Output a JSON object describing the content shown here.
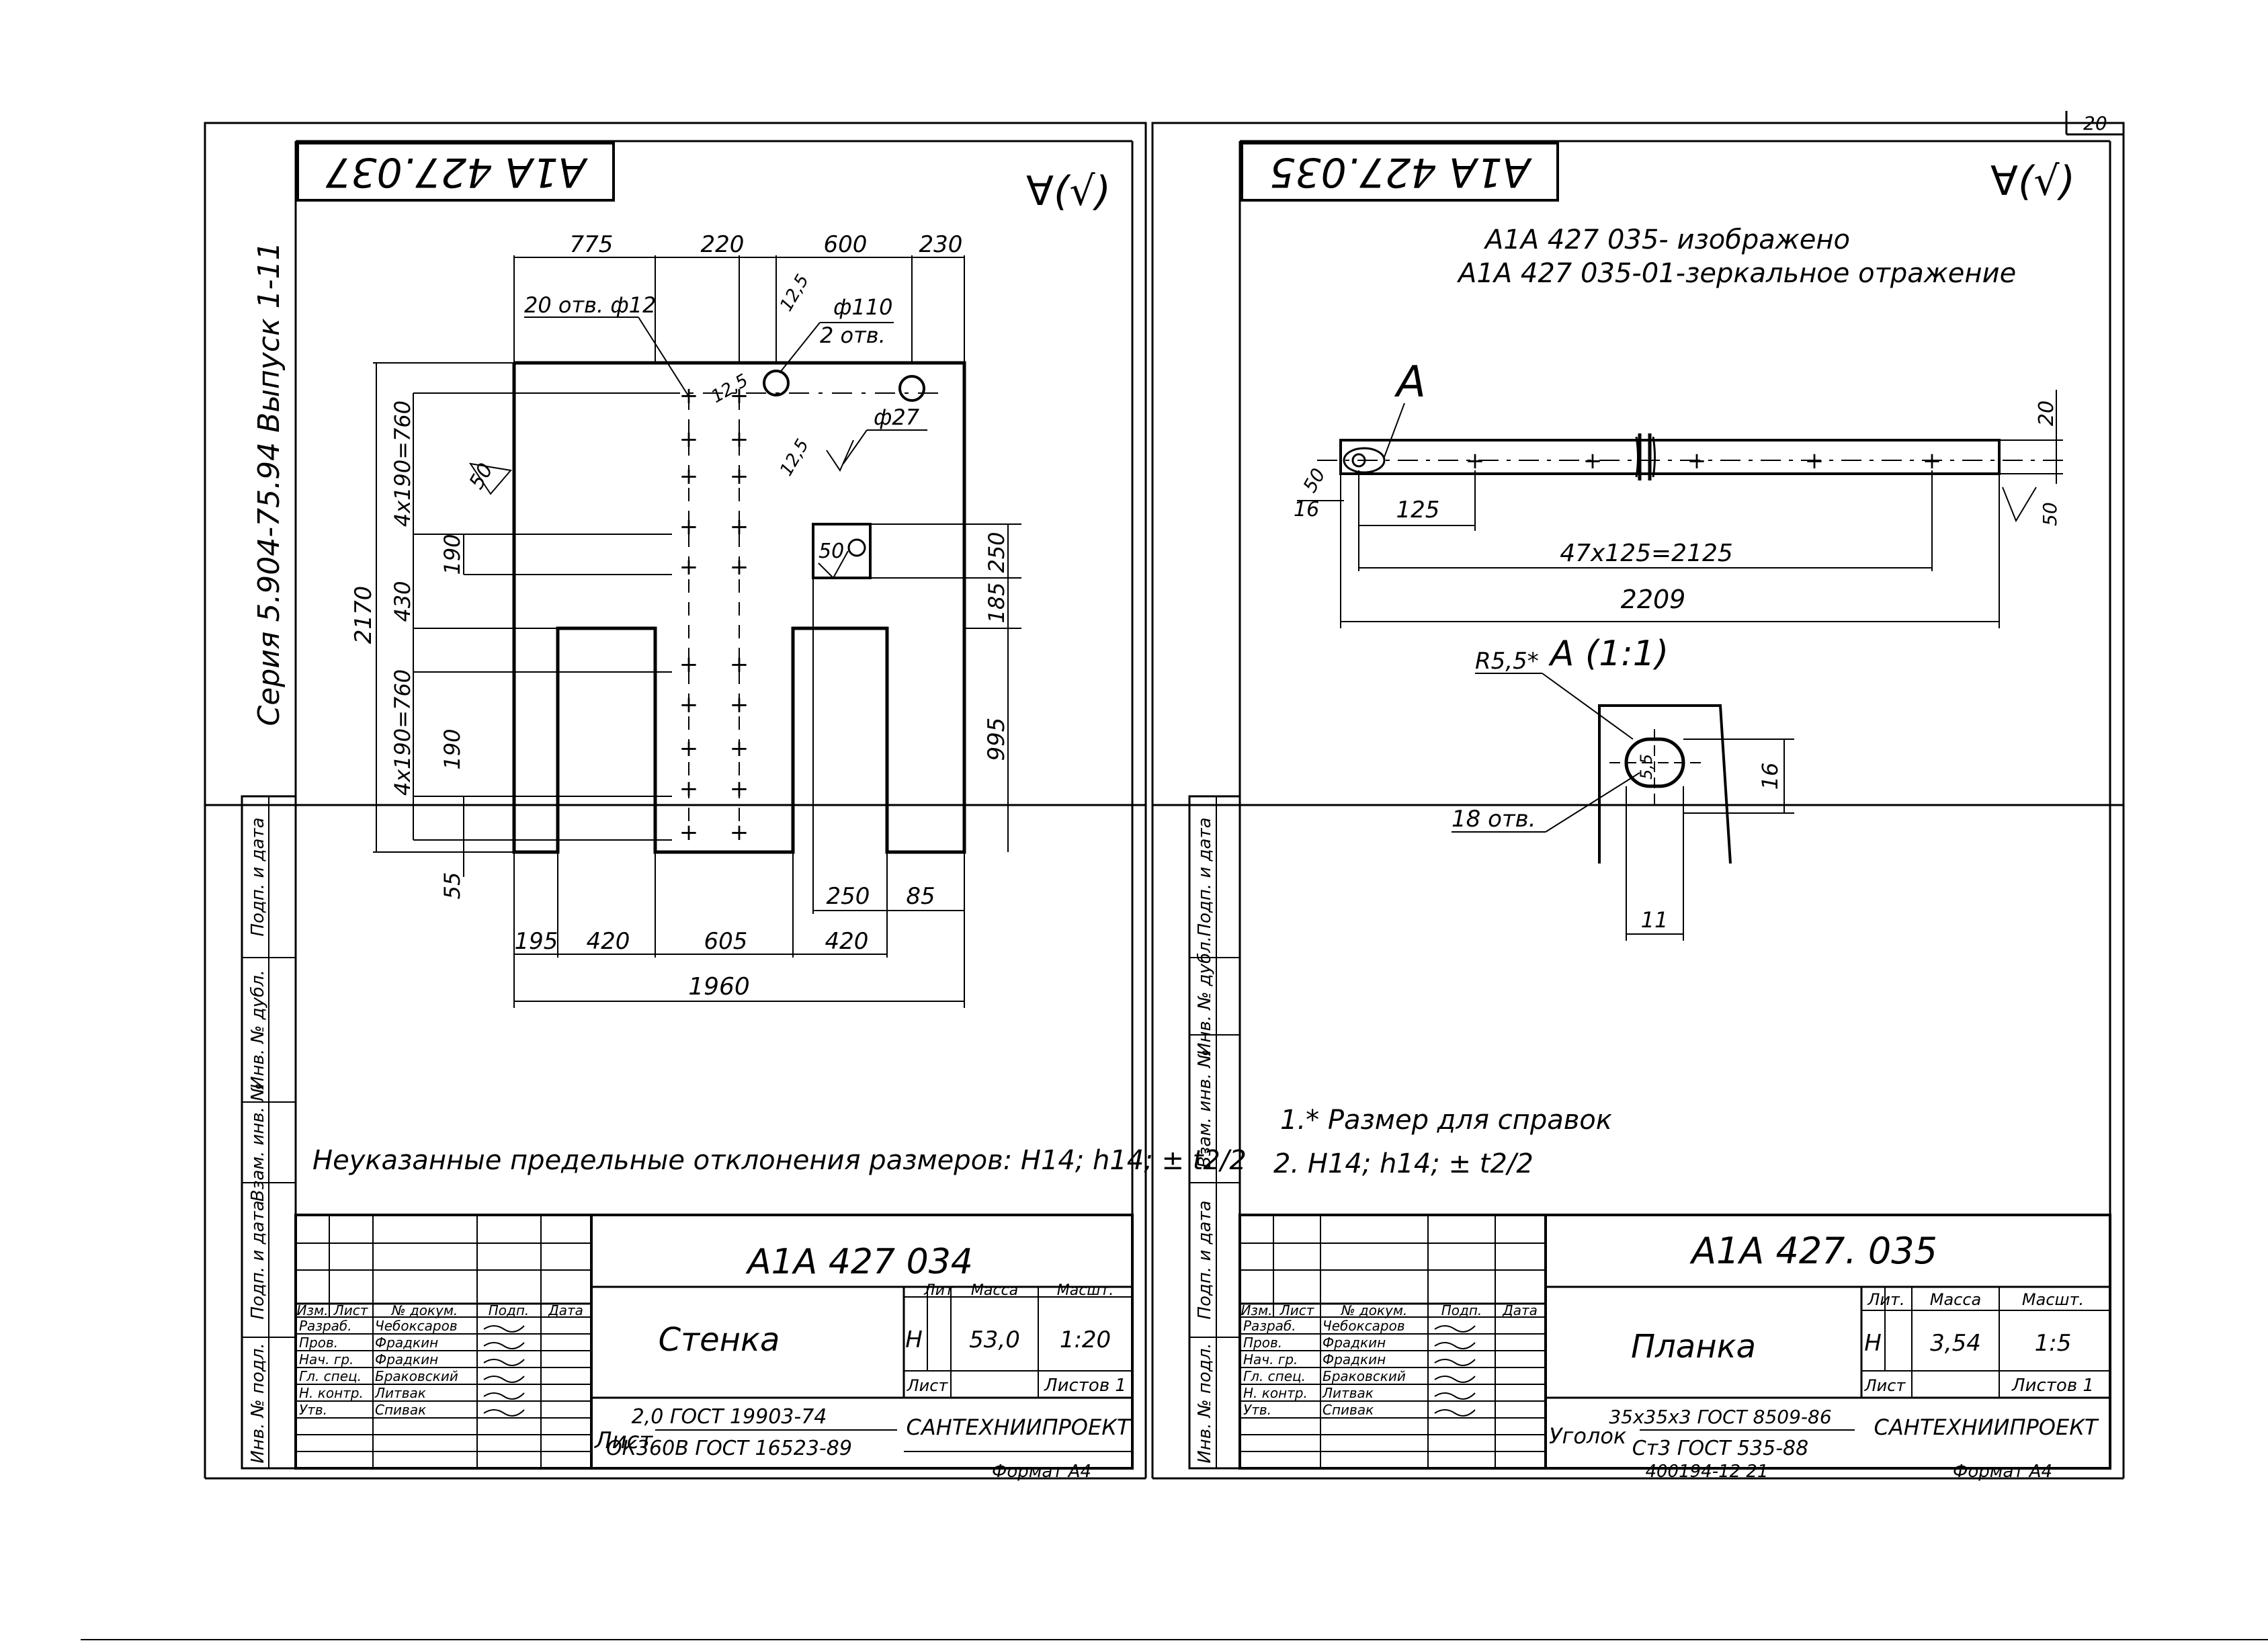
{
  "page": {
    "number": "20"
  },
  "left": {
    "mirror_code": "А1А 427.037",
    "roughness": "∀(√)",
    "series": "Серия 5.904-75.94 Выпуск 1-11",
    "dims_top": [
      "775",
      "220",
      "600",
      "230"
    ],
    "callouts": {
      "holes12": "20 отв. ф12",
      "d110": "ф110",
      "d110_count": "2 отв.",
      "d27": "ф27",
      "r12_5a": "12,5",
      "r12_5b": "12,5",
      "r12_5c": "12,5",
      "r50a": "50",
      "r50b": "50"
    },
    "dims_vertical": [
      "2170",
      "4х190=760",
      "190",
      "430",
      "4х190=760",
      "190",
      "55",
      "250",
      "185",
      "995"
    ],
    "dims_bottom": [
      "195",
      "420",
      "605",
      "250",
      "85",
      "420",
      "1960"
    ],
    "note": "Неуказанные предельные отклонения размеров: Н14; h14; ± t2/2",
    "side_stamp": [
      "Подп. и дата",
      "Инв. № дубл.",
      "Взам. инв. №",
      "Подп. и дата",
      "Инв. № подл."
    ],
    "title_block": {
      "designation": "А1А 427 034",
      "name": "Стенка",
      "headers": [
        "Лит",
        "Масса",
        "Масшт."
      ],
      "lit": "Н",
      "mass": "53,0",
      "scale": "1:20",
      "sheet": "Лист",
      "sheets": "Листов 1",
      "material_prefix": "Лист",
      "material_top": "2,0 ГОСТ 19903-74",
      "material_bottom": "ОК360В ГОСТ 16523-89",
      "company": "САНТЕХНИИПРОЕКТ",
      "format": "Формат А4",
      "rev_headers": [
        "Изм.",
        "Лист",
        "№ докум.",
        "Подп.",
        "Дата"
      ],
      "people": [
        {
          "role": "Разраб.",
          "name": "Чебоксаров"
        },
        {
          "role": "Пров.",
          "name": "Фрадкин"
        },
        {
          "role": "Нач. гр.",
          "name": "Фрадкин"
        },
        {
          "role": "Гл. спец.",
          "name": "Браковский"
        },
        {
          "role": "Н. контр.",
          "name": "Литвак"
        },
        {
          "role": "Утв.",
          "name": "Спивак"
        }
      ]
    }
  },
  "right": {
    "mirror_code": "А1А 427.035",
    "roughness": "∀(√)",
    "heading_line1": "А1А 427 035- изображено",
    "heading_line2": "А1А 427 035-01-зеркальное отражение",
    "view_a": "А",
    "dims": [
      "16",
      "50",
      "125",
      "20",
      "50",
      "47х125=2125",
      "2209"
    ],
    "section": {
      "title": "А (1:1)",
      "r": "R5,5*",
      "holes": "18 отв.",
      "d16": "16",
      "d11": "11",
      "d5": "5,5"
    },
    "notes": [
      "1.* Размер для справок",
      "2. Н14; h14; ± t2/2"
    ],
    "side_stamp": [
      "Подп. и дата",
      "Инв. № дубл.",
      "Взам. инв. №",
      "Подп. и дата",
      "Инв. № подл."
    ],
    "title_block": {
      "designation": "А1А 427. 035",
      "name": "Планка",
      "headers": [
        "Лит.",
        "Масса",
        "Масшт."
      ],
      "lit": "Н",
      "mass": "3,54",
      "scale": "1:5",
      "sheet": "Лист",
      "sheets": "Листов 1",
      "material_prefix": "Уголок",
      "material_top": "35х35х3 ГОСТ 8509-86",
      "material_bottom": "Ст3 ГОСТ 535-88",
      "company": "САНТЕХНИИПРОЕКТ",
      "format": "Формат А4",
      "bottom_code": "400194-12 21",
      "rev_headers": [
        "Изм.",
        "Лист",
        "№ докум.",
        "Подп.",
        "Дата"
      ],
      "people": [
        {
          "role": "Разраб.",
          "name": "Чебоксаров"
        },
        {
          "role": "Пров.",
          "name": "Фрадкин"
        },
        {
          "role": "Нач. гр.",
          "name": "Фрадкин"
        },
        {
          "role": "Гл. спец.",
          "name": "Браковский"
        },
        {
          "role": "Н. контр.",
          "name": "Литвак"
        },
        {
          "role": "Утв.",
          "name": "Спивак"
        }
      ]
    }
  }
}
